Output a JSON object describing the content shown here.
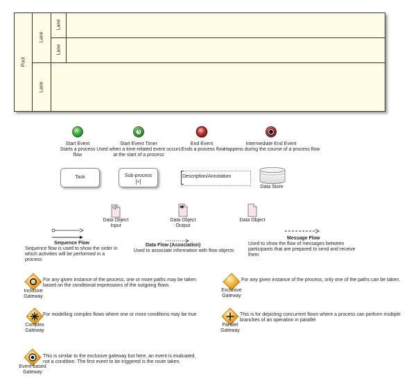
{
  "pool": {
    "label": "Pool",
    "lanes": [
      {
        "label": "Lane",
        "sublanes": [
          "Lane",
          "Lane"
        ]
      },
      {
        "label": "Lane"
      }
    ]
  },
  "events": [
    {
      "title": "Start Event",
      "desc": "Starts a process flow",
      "color": "#3cab3c"
    },
    {
      "title": "Start Event Timer",
      "desc": "Used when a time-related event occurs at the start of a process",
      "color": "#3cab3c"
    },
    {
      "title": "End Event",
      "desc": "Ends a process flow",
      "color": "#c83434"
    },
    {
      "title": "Intermediate End Event",
      "desc": "Happens during the course of a process flow",
      "color": "#c83434"
    }
  ],
  "shapes": {
    "task": "Task",
    "subprocess": "Sub-process",
    "subprocess_marker": "[+]",
    "annotation": "Description/Annotation",
    "datastore": "Data Store"
  },
  "data_objects": [
    {
      "label": "Data Object Input"
    },
    {
      "label": "Data Object Output"
    },
    {
      "label": "Data Object"
    }
  ],
  "flows": {
    "sequence": {
      "title": "Sequence Flow",
      "desc": "Sequence flow is used to show the order in which activities will be performed in a process"
    },
    "association": {
      "title": "Data Flow (Association)",
      "desc": "Used to associate information with flow objects"
    },
    "message": {
      "title": "Message Flow",
      "desc": "Used to show the flow of messages between participants that are prepared to send and receive them"
    }
  },
  "gateways": [
    {
      "name": "Inclusive Gateway",
      "desc": "For any given instance of the process, one or more paths may be taken based on the conditional expressions of the outgoing flows",
      "icon": "circle"
    },
    {
      "name": "Exclusive Gateway",
      "desc": "For any given instance of the process, only one of the paths can be taken.",
      "icon": "blank"
    },
    {
      "name": "Complex Gateway",
      "desc": "For modelling complex flows where one or more conditions may be true",
      "icon": "asterisk"
    },
    {
      "name": "Parallel Gateway",
      "desc": "This is for depicting concurrent flows where a process can perform multiple branches of an operation in parallel",
      "icon": "plus"
    },
    {
      "name": "Event-based Gateway",
      "desc": "This is similar to the exclusive gateway but here, an event is evaluated, not a condition. The first event to be triggered is the route taken.",
      "icon": "event"
    }
  ],
  "colors": {
    "gateway_fill": "#f5a623",
    "pool_fill": "#fffbe6"
  }
}
